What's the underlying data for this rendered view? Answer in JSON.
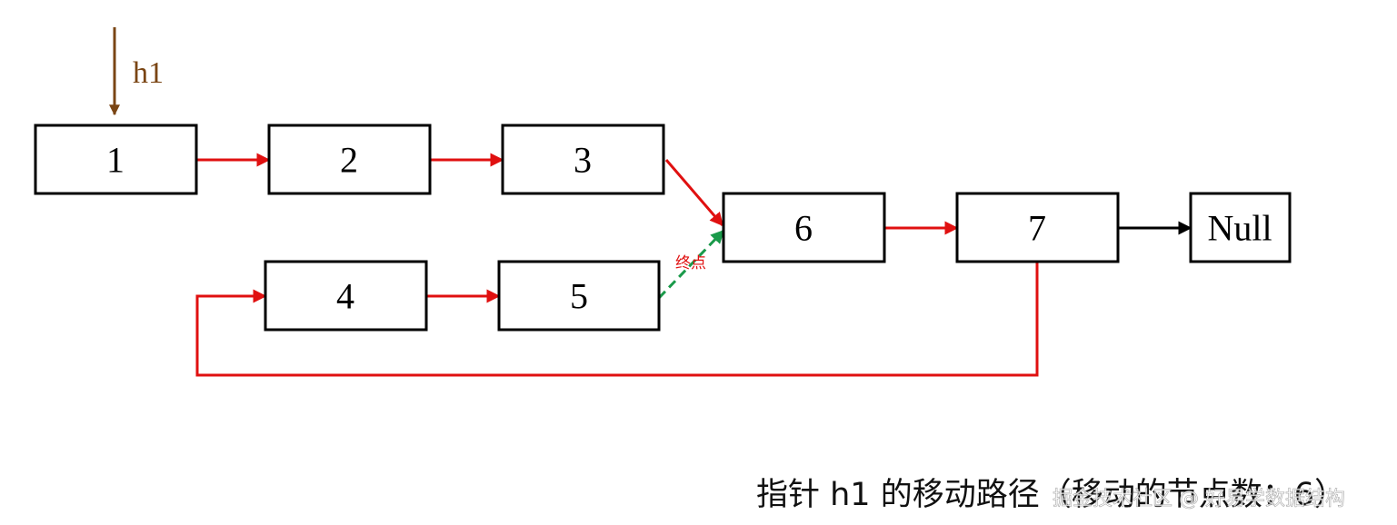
{
  "pointer": {
    "label": "h1",
    "color": "#7a4514"
  },
  "nodes": [
    {
      "id": "n1",
      "label": "1"
    },
    {
      "id": "n2",
      "label": "2"
    },
    {
      "id": "n3",
      "label": "3"
    },
    {
      "id": "n4",
      "label": "4"
    },
    {
      "id": "n5",
      "label": "5"
    },
    {
      "id": "n6",
      "label": "6"
    },
    {
      "id": "n7",
      "label": "7"
    },
    {
      "id": "null",
      "label": "Null"
    }
  ],
  "edges": [
    {
      "from": "1",
      "to": "2",
      "color": "#e01010"
    },
    {
      "from": "2",
      "to": "3",
      "color": "#e01010"
    },
    {
      "from": "3",
      "to": "6",
      "color": "#e01010"
    },
    {
      "from": "6",
      "to": "7",
      "color": "#e01010"
    },
    {
      "from": "7",
      "to": "Null",
      "color": "#000000"
    },
    {
      "from": "7",
      "to": "4",
      "color": "#e01010"
    },
    {
      "from": "4",
      "to": "5",
      "color": "#e01010"
    },
    {
      "from": "5",
      "to": "6",
      "color": "#1a9a4a",
      "style": "dashed"
    }
  ],
  "end_label": "终点",
  "caption": "指针 h1 的移动路径（移动的节点数：6）",
  "watermark": "掘金技术社区 @ 好易学数据结构",
  "colors": {
    "path": "#e01010",
    "final_step": "#1a9a4a",
    "pointer": "#7a4514",
    "node_border": "#000000"
  }
}
